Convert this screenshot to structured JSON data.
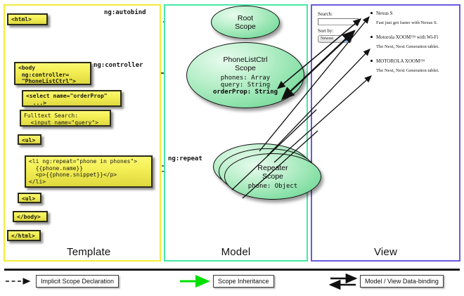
{
  "diagram": {
    "columns": [
      {
        "key": "template",
        "label": "Template",
        "border_color": "#f2eb3a"
      },
      {
        "key": "model",
        "label": "Model",
        "border_color": "#46e8a6"
      },
      {
        "key": "view",
        "label": "View",
        "border_color": "#6a5ae0"
      }
    ]
  },
  "template": {
    "boxes": [
      {
        "name": "html-open-tag",
        "text": "<html>"
      },
      {
        "name": "body-open-tag",
        "text": "<body\n ng:controller=\n \"PhoneListCtrl\">"
      },
      {
        "name": "select-orderprop",
        "text": "<select name=\"orderProp\"\n  ...>"
      },
      {
        "name": "fulltext-search",
        "text": "Fulltext Search:\n  <input name=\"query\">"
      },
      {
        "name": "ul-open-tag",
        "text": "<ul>"
      },
      {
        "name": "li-ng-repeat",
        "text": "<li ng:repeat=\"phone in phones\">\n  {{phone.name}}\n  <p>{{phone.snippet}}</p>\n</li>"
      },
      {
        "name": "ul-close-tag",
        "text": "<ul>"
      },
      {
        "name": "body-close-tag",
        "text": "</body>"
      },
      {
        "name": "html-close-tag",
        "text": "</html>"
      }
    ]
  },
  "connector_labels": {
    "autobind": "ng:autobind",
    "controller": "ng:controller",
    "repeat": "ng:repeat"
  },
  "model": {
    "scopes": [
      {
        "name": "root-scope",
        "title": "Root\nScope",
        "title_lines": [
          "Root",
          "Scope"
        ],
        "properties": ""
      },
      {
        "name": "phonelistctrl-scope",
        "title_lines": [
          "PhoneListCtrl",
          "Scope"
        ],
        "properties": "phones: Array\nquery: String\norderProp: String",
        "bold_property": "orderProp: String",
        "plain_properties": "phones: Array\nquery: String"
      },
      {
        "name": "repeater-scope",
        "title_lines": [
          "Repeater",
          "Scope"
        ],
        "properties": "phone: Object"
      }
    ]
  },
  "view": {
    "search_label": "Search:",
    "search_value": "",
    "sort_label": "Sort by:",
    "sort_selected": "Newest",
    "sort_arrow_glyph": "▾",
    "phones": [
      {
        "name": "Nexus S",
        "snippet": "Fast just got faster with Nexus S."
      },
      {
        "name": "Motorola XOOM™ with Wi-Fi",
        "snippet": "The Next, Next Generation tablet."
      },
      {
        "name": "MOTOROLA XOOM™",
        "snippet": "The Next, Next Generation tablet."
      }
    ]
  },
  "legend": [
    {
      "name": "legend-implicit-scope-declaration",
      "label": "Implicit Scope Declaration",
      "style": "dashed",
      "color": "#111111"
    },
    {
      "name": "legend-scope-inheritance",
      "label": "Scope Inheritance",
      "style": "solid-green",
      "color": "#00e000"
    },
    {
      "name": "legend-model-view-data-binding",
      "label": "Model / View Data-binding",
      "style": "double-arrow",
      "color": "#111111"
    }
  ]
}
